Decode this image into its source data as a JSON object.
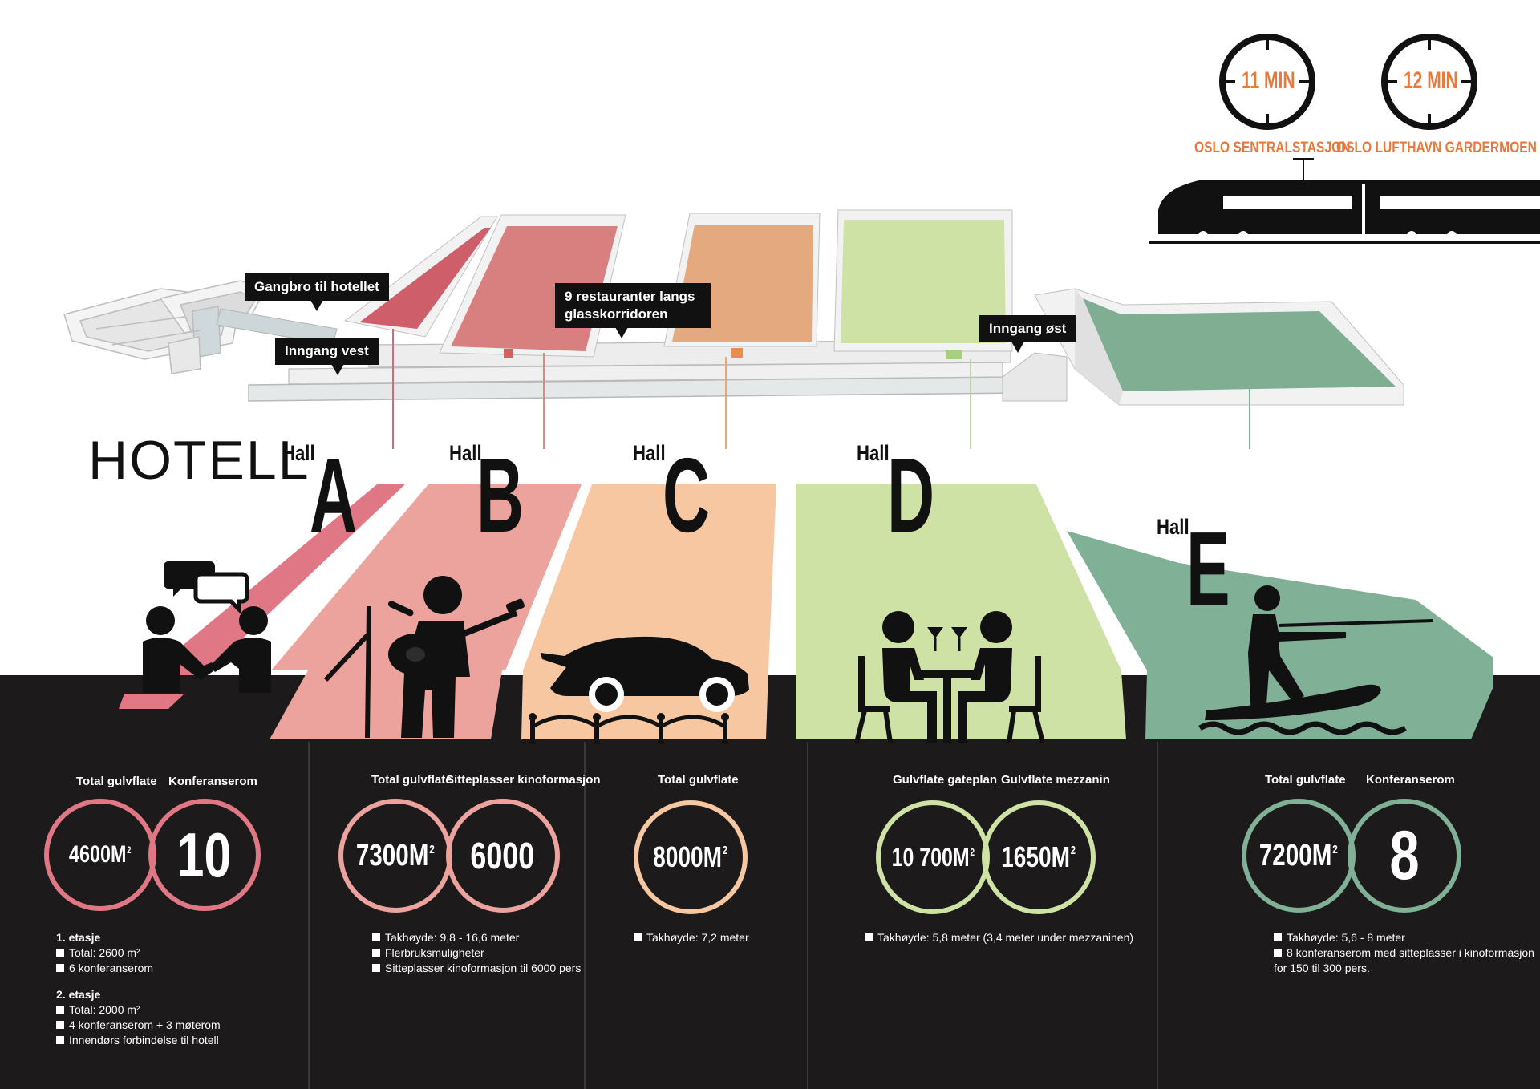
{
  "callouts": {
    "gangbro": "Gangbro til hotellet",
    "inngang_vest": "Inngang vest",
    "restauranter": "9 restauranter langs glasskorridoren",
    "inngang_ost": "Inngang øst"
  },
  "hotell_label": "HOTELL",
  "hall_word": "Hall",
  "halls": [
    {
      "letter": "A",
      "color": "#e07784",
      "ring_color": "#e07784",
      "stats": [
        {
          "label": "Total gulvflate",
          "value": "4600M",
          "sup": "2"
        },
        {
          "label": "Konferanserom",
          "value": "10",
          "sup": ""
        }
      ],
      "details": [
        {
          "type": "head",
          "text": "1. etasje"
        },
        {
          "type": "item",
          "text": "Total: 2600 m²"
        },
        {
          "type": "item",
          "text": "6 konferanserom"
        },
        {
          "type": "gap",
          "text": ""
        },
        {
          "type": "head",
          "text": "2. etasje"
        },
        {
          "type": "item",
          "text": "Total: 2000 m²"
        },
        {
          "type": "item",
          "text": "4 konferanserom + 3 møterom"
        },
        {
          "type": "item",
          "text": "Innendørs forbindelse til hotell"
        }
      ]
    },
    {
      "letter": "B",
      "color": "#eca39d",
      "ring_color": "#eca39d",
      "stats": [
        {
          "label": "Total gulvflate",
          "value": "7300M",
          "sup": "2"
        },
        {
          "label": "Sitteplasser kinoformasjon",
          "value": "6000",
          "sup": ""
        }
      ],
      "details": [
        {
          "type": "item",
          "text": "Takhøyde: 9,8 - 16,6 meter"
        },
        {
          "type": "item",
          "text": "Flerbruksmuligheter"
        },
        {
          "type": "item",
          "text": "Sitteplasser kinoformasjon til 6000 pers"
        }
      ]
    },
    {
      "letter": "C",
      "color": "#f6c7a1",
      "ring_color": "#f6c7a1",
      "stats": [
        {
          "label": "Total gulvflate",
          "value": "8000M",
          "sup": "2"
        }
      ],
      "details": [
        {
          "type": "item",
          "text": "Takhøyde: 7,2 meter"
        }
      ]
    },
    {
      "letter": "D",
      "color": "#cde2a4",
      "ring_color": "#cde2a4",
      "stats": [
        {
          "label": "Gulvflate gateplan",
          "value": "10 700M",
          "sup": "2"
        },
        {
          "label": "Gulvflate mezzanin",
          "value": "1650M",
          "sup": "2"
        }
      ],
      "details": [
        {
          "type": "item",
          "text": "Takhøyde: 5,8 meter  (3,4 meter under mezzaninen)"
        }
      ]
    },
    {
      "letter": "E",
      "color": "#80b096",
      "ring_color": "#80b096",
      "stats": [
        {
          "label": "Total gulvflate",
          "value": "7200M",
          "sup": "2"
        },
        {
          "label": "Konferanserom",
          "value": "8",
          "sup": ""
        }
      ],
      "details": [
        {
          "type": "item",
          "text": "Takhøyde: 5,6 - 8 meter"
        },
        {
          "type": "item",
          "text": "8 konferanserom med sitteplasser i kinoformasjon"
        },
        {
          "type": "cont",
          "text": "for 150 til 300 pers."
        }
      ]
    }
  ],
  "clocks": [
    {
      "time": "11 MIN",
      "label": "OSLO SENTRALSTASJON"
    },
    {
      "time": "12 MIN",
      "label": "OSLO LUFTHAVN GARDERMOEN"
    }
  ],
  "accent_orange": "#e9783a"
}
